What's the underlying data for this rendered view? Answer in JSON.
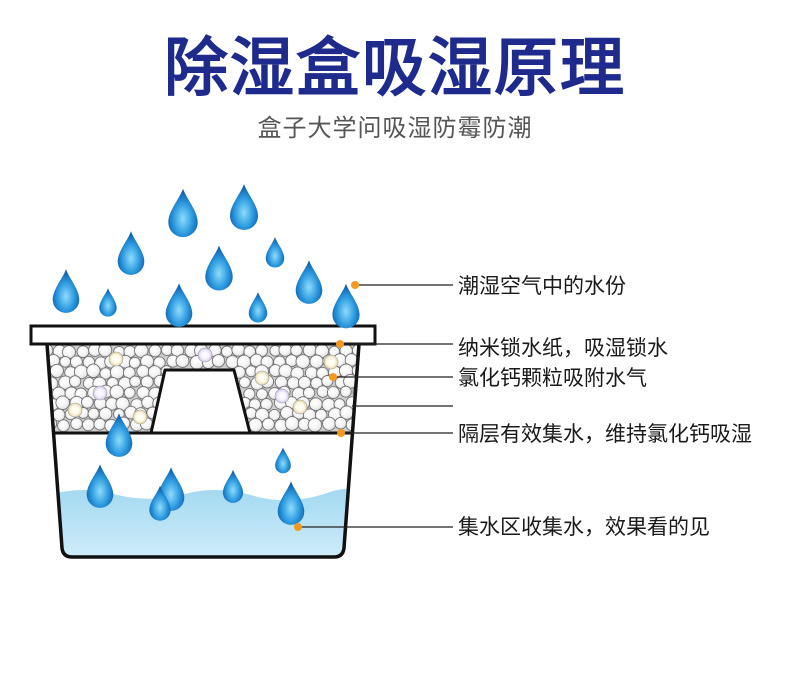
{
  "title": "除湿盒吸湿原理",
  "subtitle": "盒子大学问吸湿防霉防潮",
  "callouts": {
    "air_moisture": "潮湿空气中的水份",
    "nano_paper": "纳米锁水纸，吸湿锁水",
    "calcium_chloride": "氯化钙颗粒吸附水气",
    "divider": "隔层有效集水，维持氯化钙吸湿",
    "reservoir": "集水区收集水，效果看的见"
  },
  "icons": {
    "drop": "water-drop-icon",
    "granule": "calcium-chloride-granule-icon"
  },
  "colors": {
    "title": "#1e2b8c",
    "subtitle": "#555555",
    "callout_dot": "#f39a1e",
    "drop_light": "#8fdcfb",
    "drop_mid": "#2d9be0",
    "drop_dark": "#0b5aa8",
    "water_top": "#a3d9f1",
    "water_bottom": "#d6f0fb"
  }
}
